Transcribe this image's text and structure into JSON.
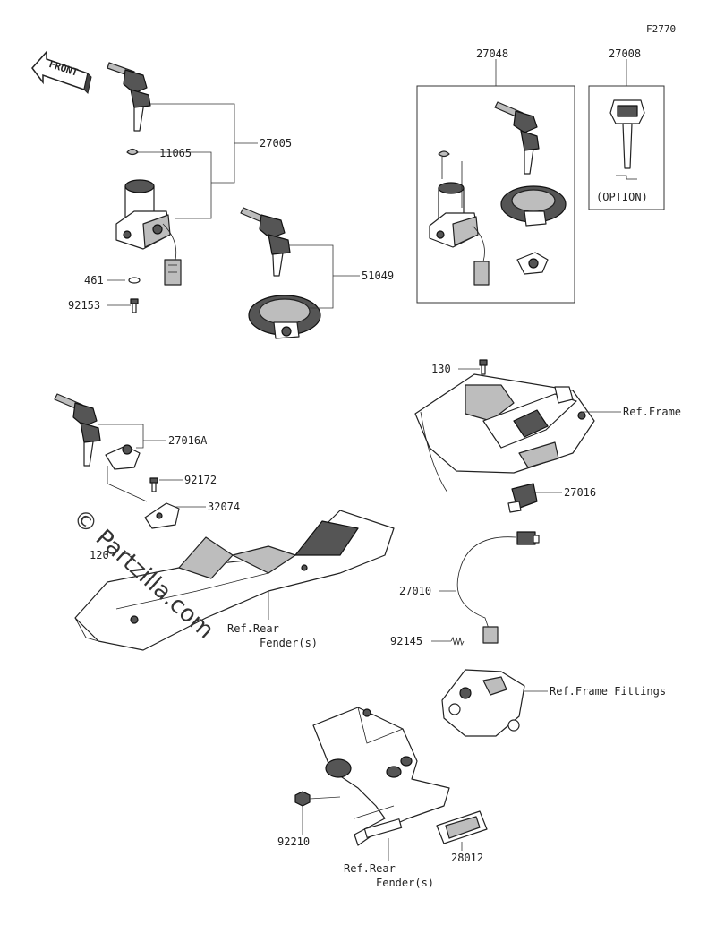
{
  "figure_code": "F2770",
  "front_label": "FRONT",
  "watermark": "© Partzilla.com",
  "parts": {
    "p27005": "27005",
    "p11065": "11065",
    "p461": "461",
    "p92153": "92153",
    "p51049": "51049",
    "p27048": "27048",
    "p27008": "27008",
    "option": "(OPTION)",
    "p130": "130",
    "ref_frame": "Ref.Frame",
    "p27016": "27016",
    "p27016a": "27016A",
    "p92172": "92172",
    "p32074": "32074",
    "p120": "120",
    "ref_rear_fender_1a": "Ref.Rear",
    "ref_rear_fender_1b": "Fender(s)",
    "p27010": "27010",
    "p92145": "92145",
    "ref_frame_fittings": "Ref.Frame Fittings",
    "p92210": "92210",
    "ref_rear_fender_2a": "Ref.Rear",
    "ref_rear_fender_2b": "Fender(s)",
    "p28012": "28012"
  }
}
